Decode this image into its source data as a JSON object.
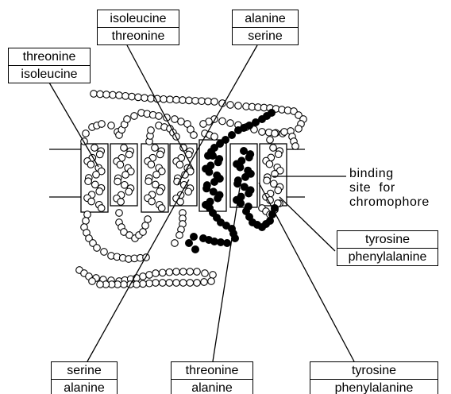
{
  "labels": {
    "top_left": [
      "threonine",
      "isoleucine"
    ],
    "top_center": [
      "isoleucine",
      "threonine"
    ],
    "top_right": [
      "alanine",
      "serine"
    ],
    "right_middle": [
      "tyrosine",
      "phenylalanine"
    ],
    "bottom_left": [
      "serine",
      "alanine"
    ],
    "bottom_center": [
      "threonine",
      "alanine"
    ],
    "bottom_right": [
      "tyrosine",
      "phenylalanine"
    ]
  },
  "binding_note": [
    "binding",
    "site  for",
    "chromophore"
  ],
  "colors": {
    "ink": "#000000",
    "paper": "#ffffff",
    "highlight_bead": "#000000"
  }
}
